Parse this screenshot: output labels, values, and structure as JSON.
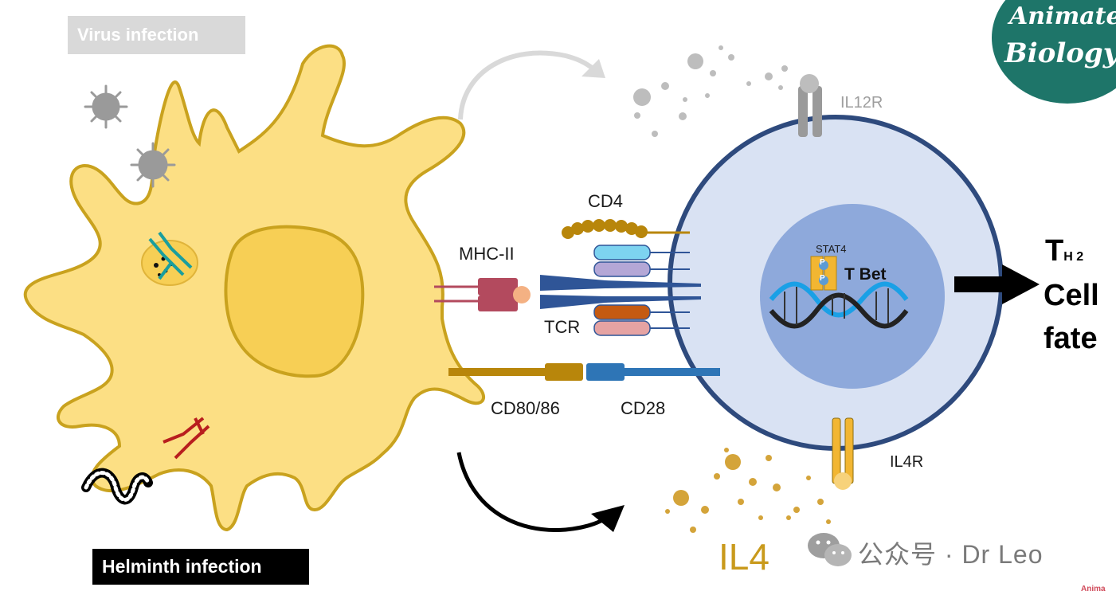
{
  "labels": {
    "virus_infection": "Virus infection",
    "helminth_infection": "Helminth  infection",
    "cd4": "CD4",
    "mhc2": "MHC-II",
    "tcr": "TCR",
    "cd80_86": "CD80/86",
    "cd28": "CD28",
    "il12r": "IL12R",
    "stat4": "STAT4",
    "phospho": "P",
    "tbet": "T Bet",
    "il4r": "IL4R",
    "il4": "IL4",
    "fate_t": "T",
    "fate_sub": "H 2",
    "fate_cell": "Cell",
    "fate_fate": "fate"
  },
  "watermark": {
    "text": "公众号 · Dr Leo",
    "icon": "wechat-icon"
  },
  "logo": {
    "line1": "Animated",
    "line2": "Biology",
    "corner": "Anima"
  },
  "colors": {
    "dendritic_cell": "#fcdf84",
    "dendritic_outline": "#c9a21e",
    "nucleus": "#f7cf55",
    "t_cell": "#d9e2f3",
    "t_cell_outline": "#2e4a7d",
    "t_nucleus": "#8ea9db",
    "cd80": "#b8860b",
    "cd28": "#2e75b6",
    "mhc": "#b34a5e",
    "il4": "#d4a43a",
    "logo_bg": "#1e7569"
  }
}
